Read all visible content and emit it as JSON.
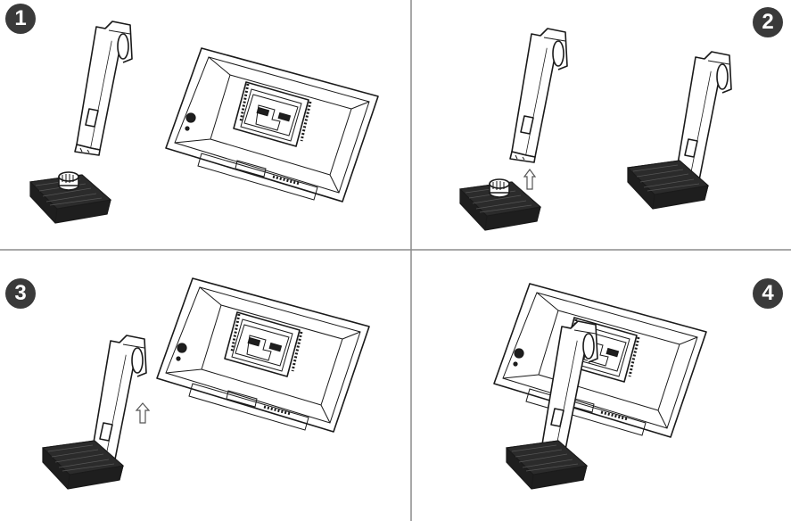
{
  "steps": [
    {
      "number": "1"
    },
    {
      "number": "2"
    },
    {
      "number": "3"
    },
    {
      "number": "4"
    }
  ],
  "colors": {
    "badge": "#3a3a3a",
    "line": "#1a1a1a",
    "divider": "#8c8c8c",
    "background": "#ffffff"
  }
}
